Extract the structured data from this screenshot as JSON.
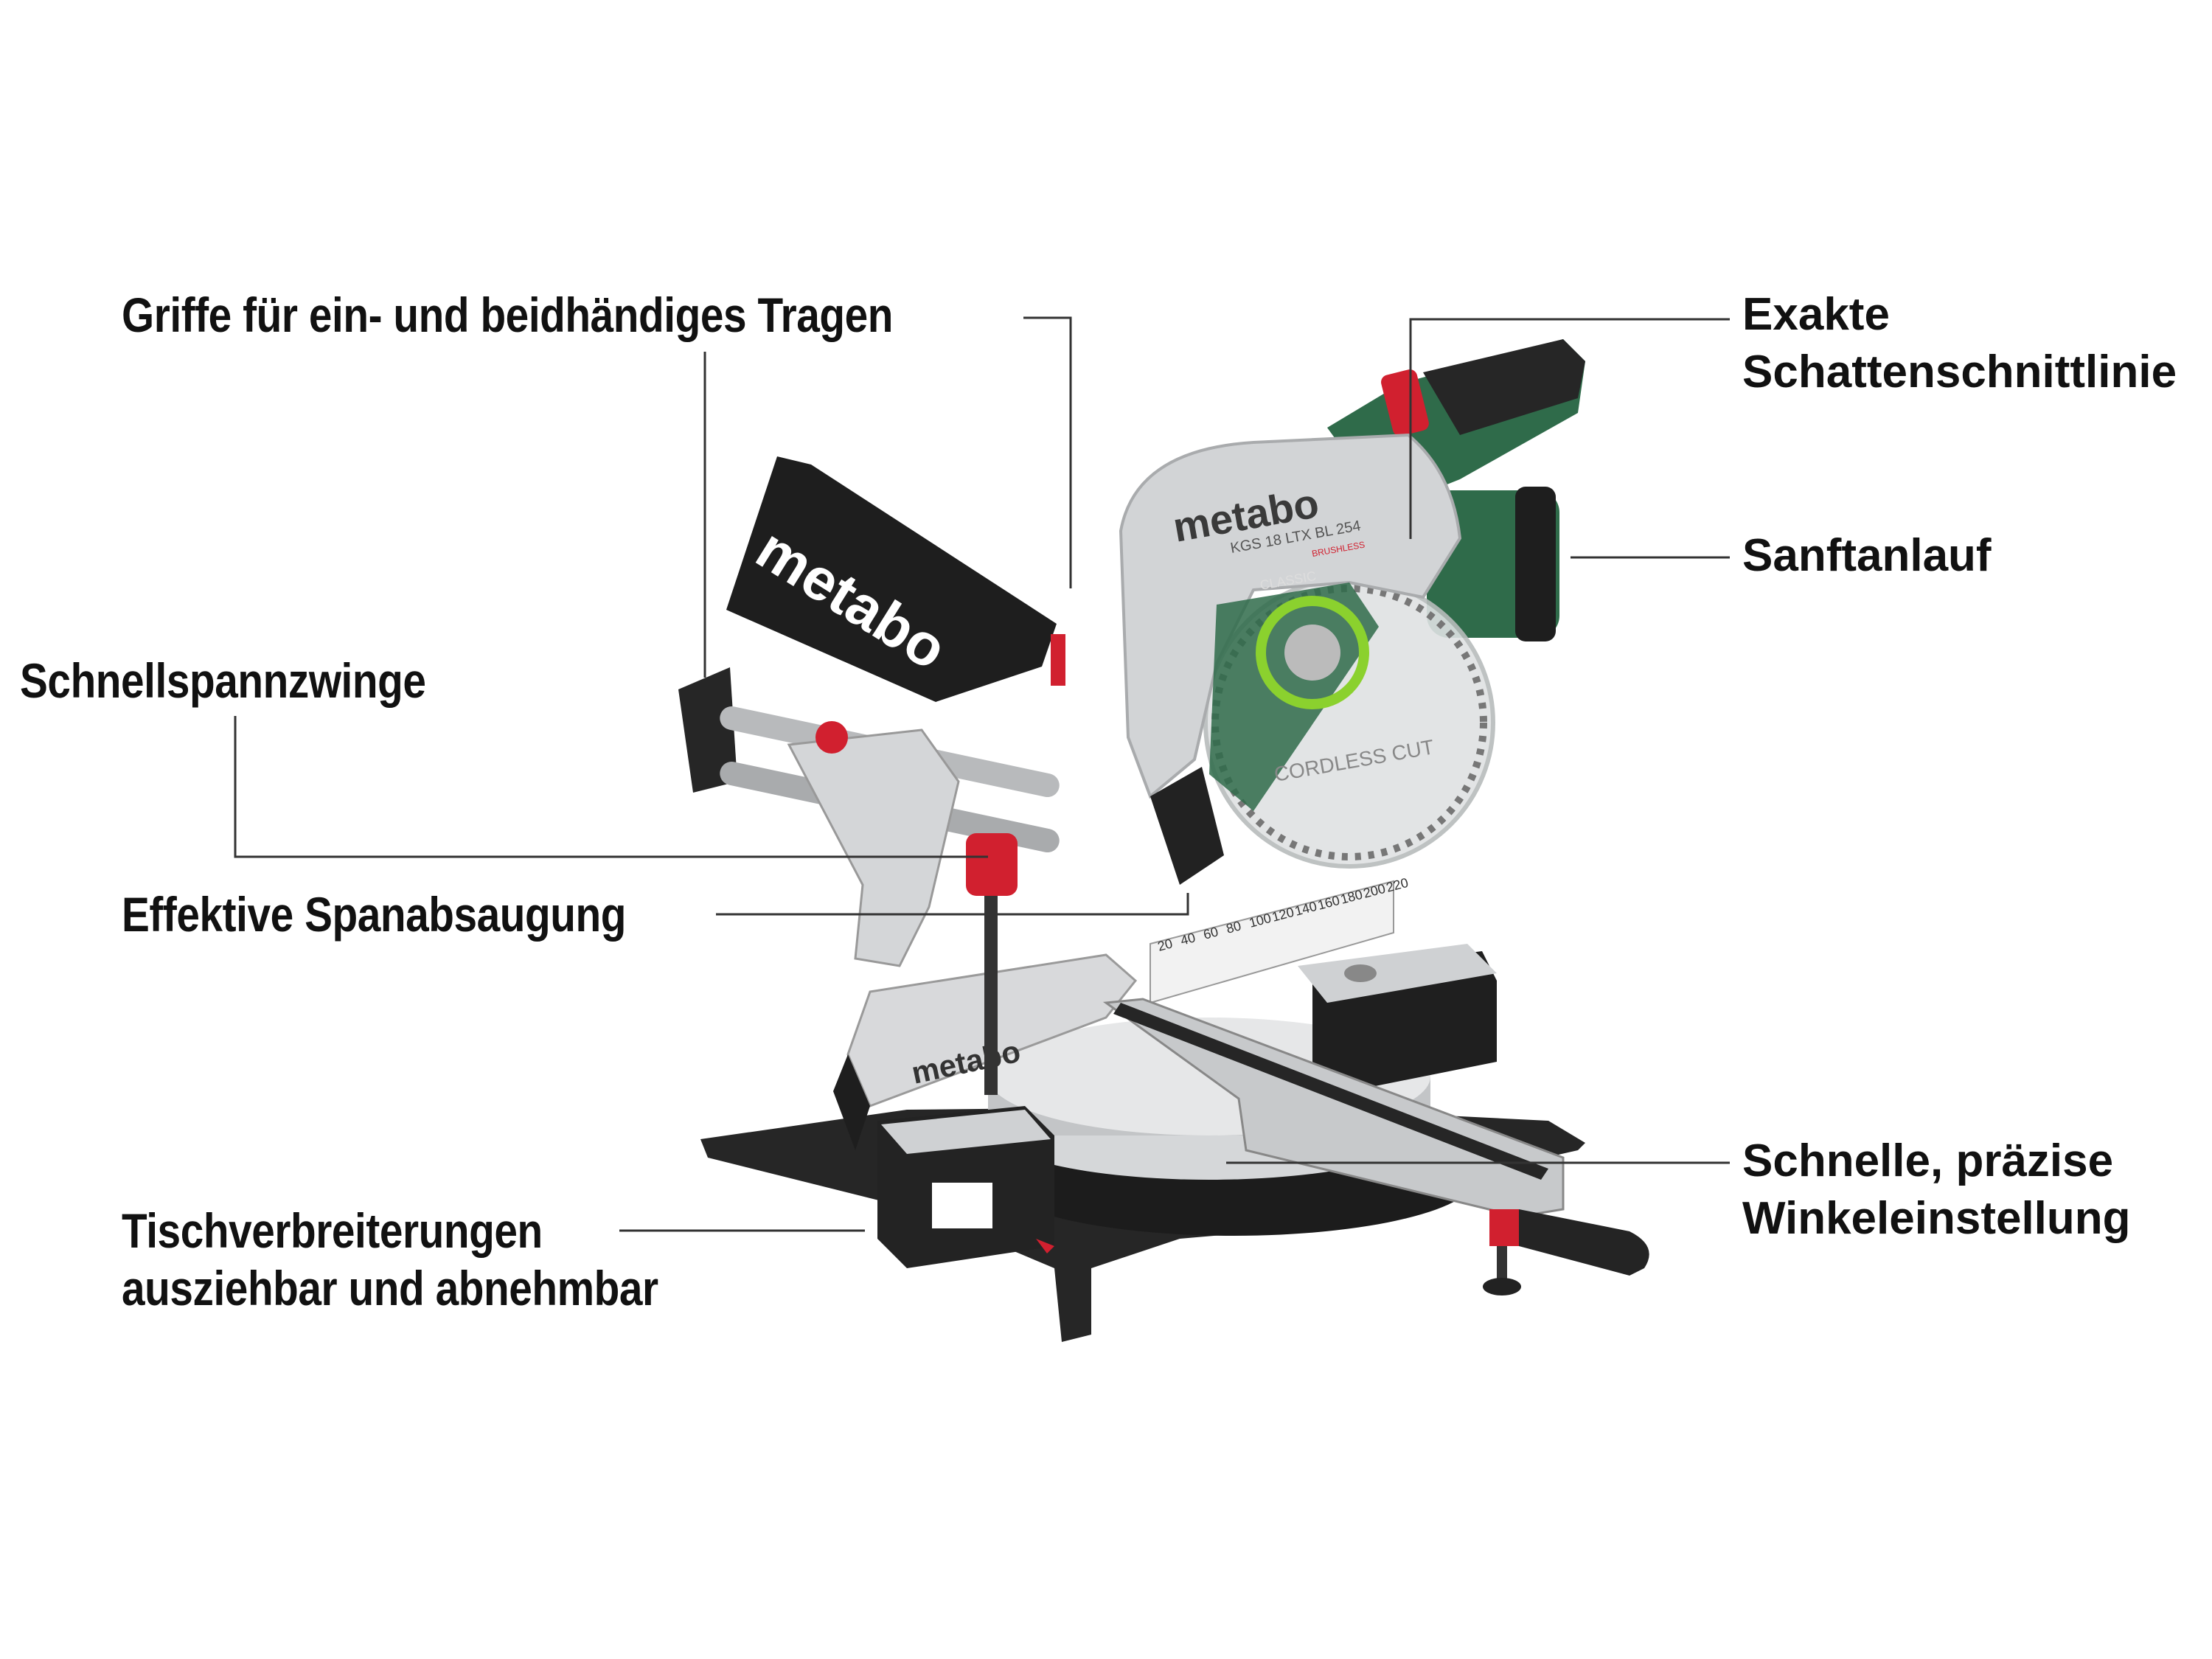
{
  "callouts": {
    "griffe": "Griffe für ein- und beidhändiges Tragen",
    "schnellspannzwinge": "Schnellspannzwinge",
    "spanabsaugung": "Effektive Spanabsaugung",
    "tisch": [
      "Tischverbreiterungen",
      "ausziehbar und abnehmbar"
    ],
    "schatten": [
      "Exakte",
      "Schattenschnittlinie"
    ],
    "sanftanlauf": "Sanftanlauf",
    "winkel": [
      "Schnelle, präzise",
      "Winkeleinstellung"
    ]
  },
  "product": {
    "brand": "metabo",
    "model": "KGS 18 LTX BL 254",
    "badge": "BRUSHLESS",
    "blade_line": "CLASSIC",
    "blade_text": "CORDLESS CUT",
    "ruler_numbers": [
      "20",
      "40",
      "60",
      "80",
      "100",
      "120",
      "140",
      "160",
      "180",
      "200",
      "220"
    ]
  },
  "colors": {
    "green": "#2f6b4a",
    "red": "#d1202f",
    "black": "#222222",
    "silver": "#c9cbcd",
    "line": "#333333"
  }
}
